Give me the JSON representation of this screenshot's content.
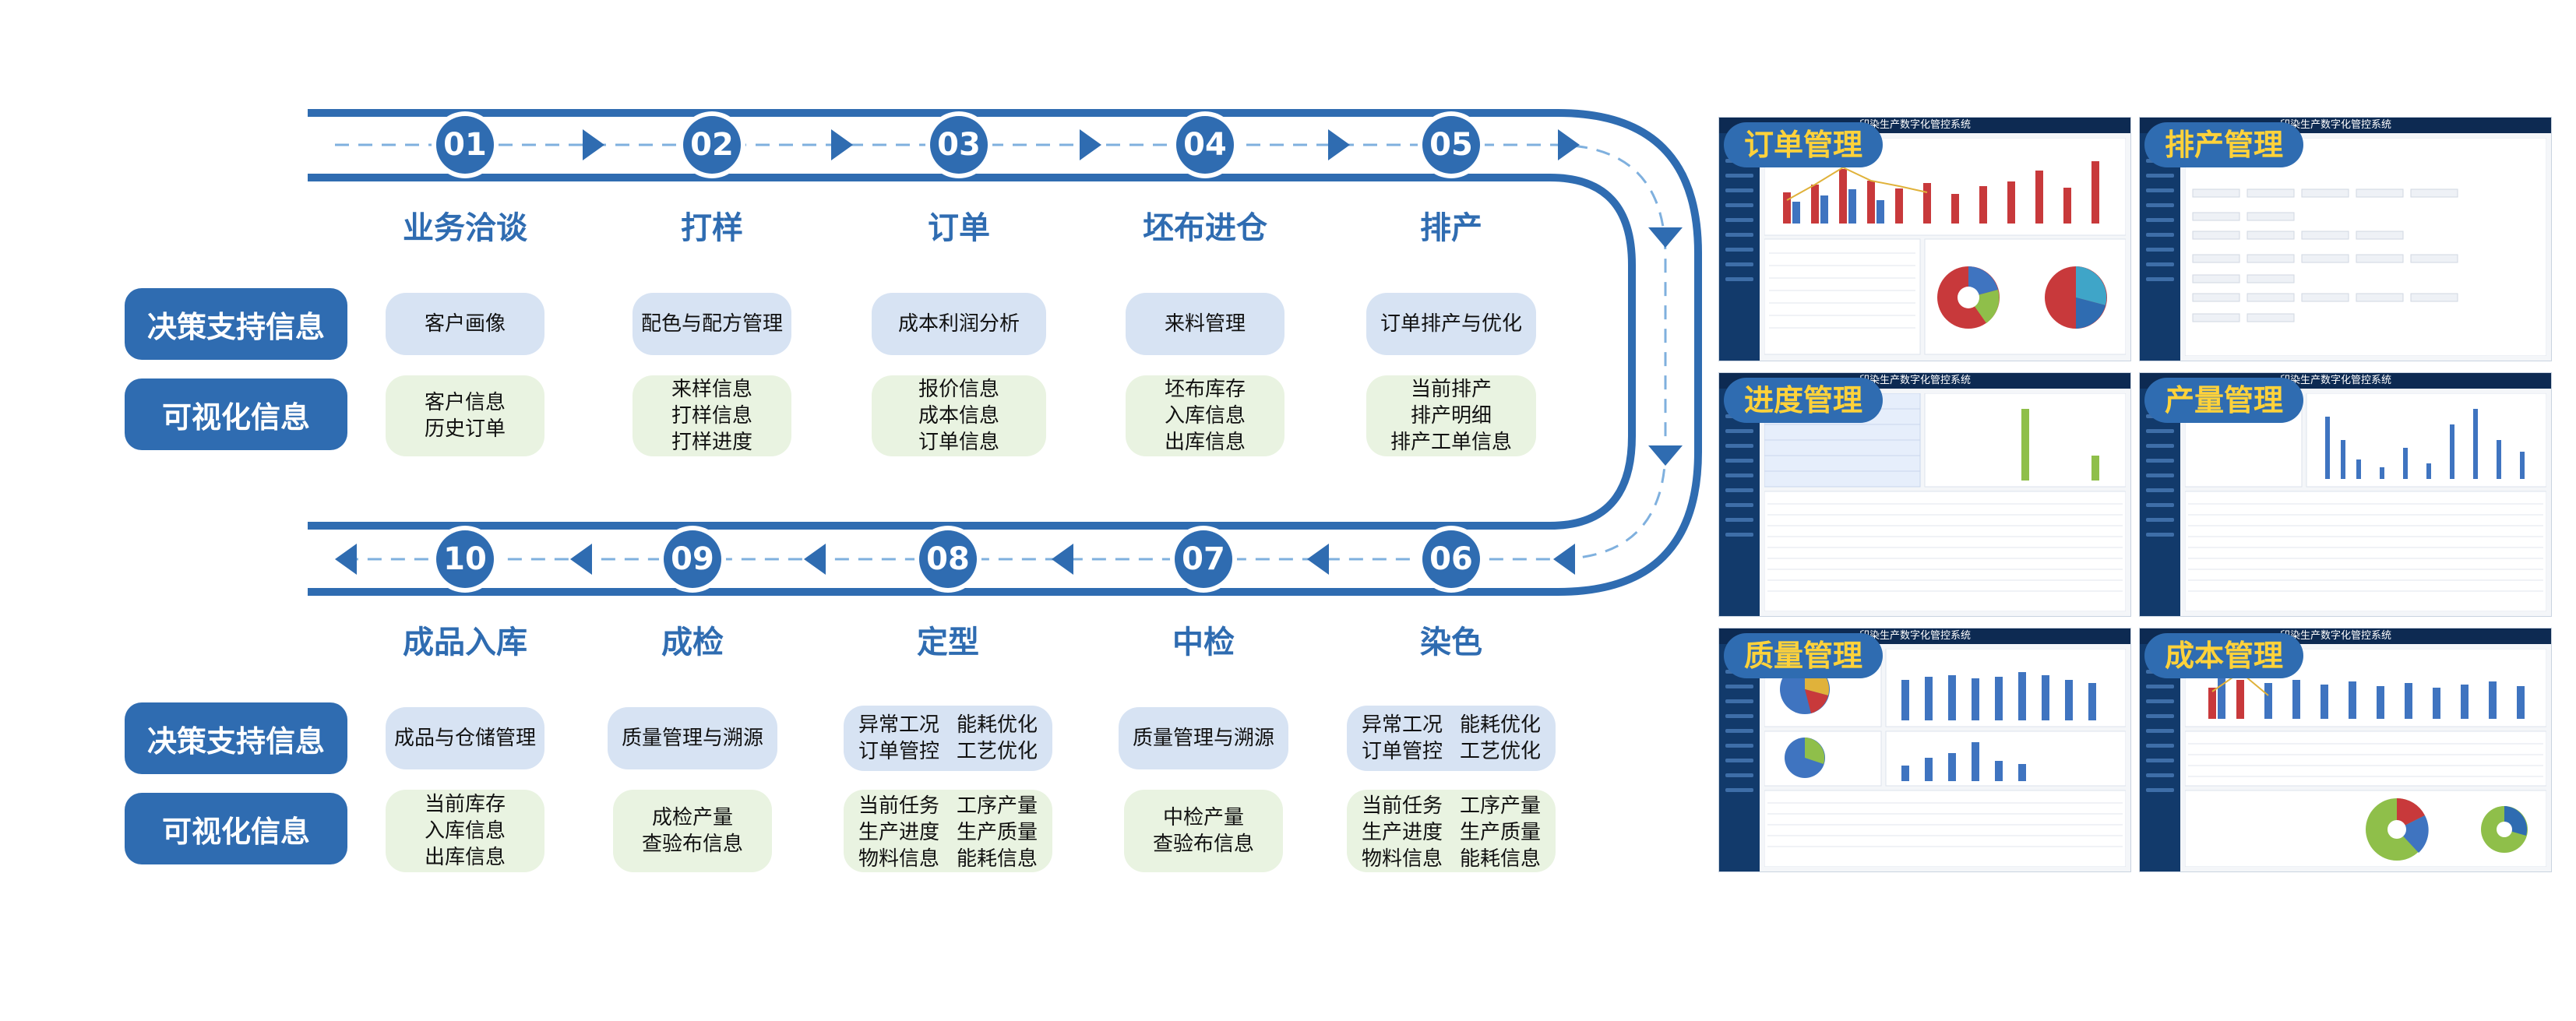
{
  "row_labels": {
    "top_decision": "决策支持信息",
    "top_visual": "可视化信息",
    "bottom_decision": "决策支持信息",
    "bottom_visual": "可视化信息"
  },
  "top_steps": [
    {
      "num": "01",
      "title": "业务洽谈",
      "decision": "客户画像",
      "visual": "客户信息\n历史订单"
    },
    {
      "num": "02",
      "title": "打样",
      "decision": "配色与配方管理",
      "visual": "来样信息\n打样信息\n打样进度"
    },
    {
      "num": "03",
      "title": "订单",
      "decision": "成本利润分析",
      "visual": "报价信息\n成本信息\n订单信息"
    },
    {
      "num": "04",
      "title": "坯布进仓",
      "decision": "来料管理",
      "visual": "坯布库存\n入库信息\n出库信息"
    },
    {
      "num": "05",
      "title": "排产",
      "decision": "订单排产与优化",
      "visual": "当前排产\n排产明细\n排产工单信息"
    }
  ],
  "bottom_steps": [
    {
      "num": "10",
      "title": "成品入库",
      "decision": "成品与仓储管理",
      "visual": "当前库存\n入库信息\n出库信息"
    },
    {
      "num": "09",
      "title": "成检",
      "decision": "质量管理与溯源",
      "visual": "成检产量\n查验布信息"
    },
    {
      "num": "08",
      "title": "定型",
      "decision_left": "异常工况\n订单管控",
      "decision_right": "能耗优化\n工艺优化",
      "visual_left": "当前任务\n生产进度\n物料信息",
      "visual_right": "工序产量\n生产质量\n能耗信息"
    },
    {
      "num": "07",
      "title": "中检",
      "decision": "质量管理与溯源",
      "visual": "中检产量\n查验布信息"
    },
    {
      "num": "06",
      "title": "染色",
      "decision_left": "异常工况\n订单管控",
      "decision_right": "能耗优化\n工艺优化",
      "visual_left": "当前任务\n生产进度\n物料信息",
      "visual_right": "工序产量\n生产质量\n能耗信息"
    }
  ],
  "screens": [
    {
      "badge": "订单管理",
      "title": "印染生产数字化管控系统"
    },
    {
      "badge": "排产管理",
      "title": "印染生产数字化管控系统"
    },
    {
      "badge": "进度管理",
      "title": "印染生产数字化管控系统"
    },
    {
      "badge": "产量管理",
      "title": "印染生产数字化管控系统"
    },
    {
      "badge": "质量管理",
      "title": "印染生产数字化管控系统"
    },
    {
      "badge": "成本管理",
      "title": "印染生产数字化管控系统"
    }
  ],
  "colors": {
    "primary": "#2f6cb1",
    "pill_blue": "#d7e3f3",
    "pill_green": "#e9f3e1",
    "badge_text": "#ffd23a"
  }
}
